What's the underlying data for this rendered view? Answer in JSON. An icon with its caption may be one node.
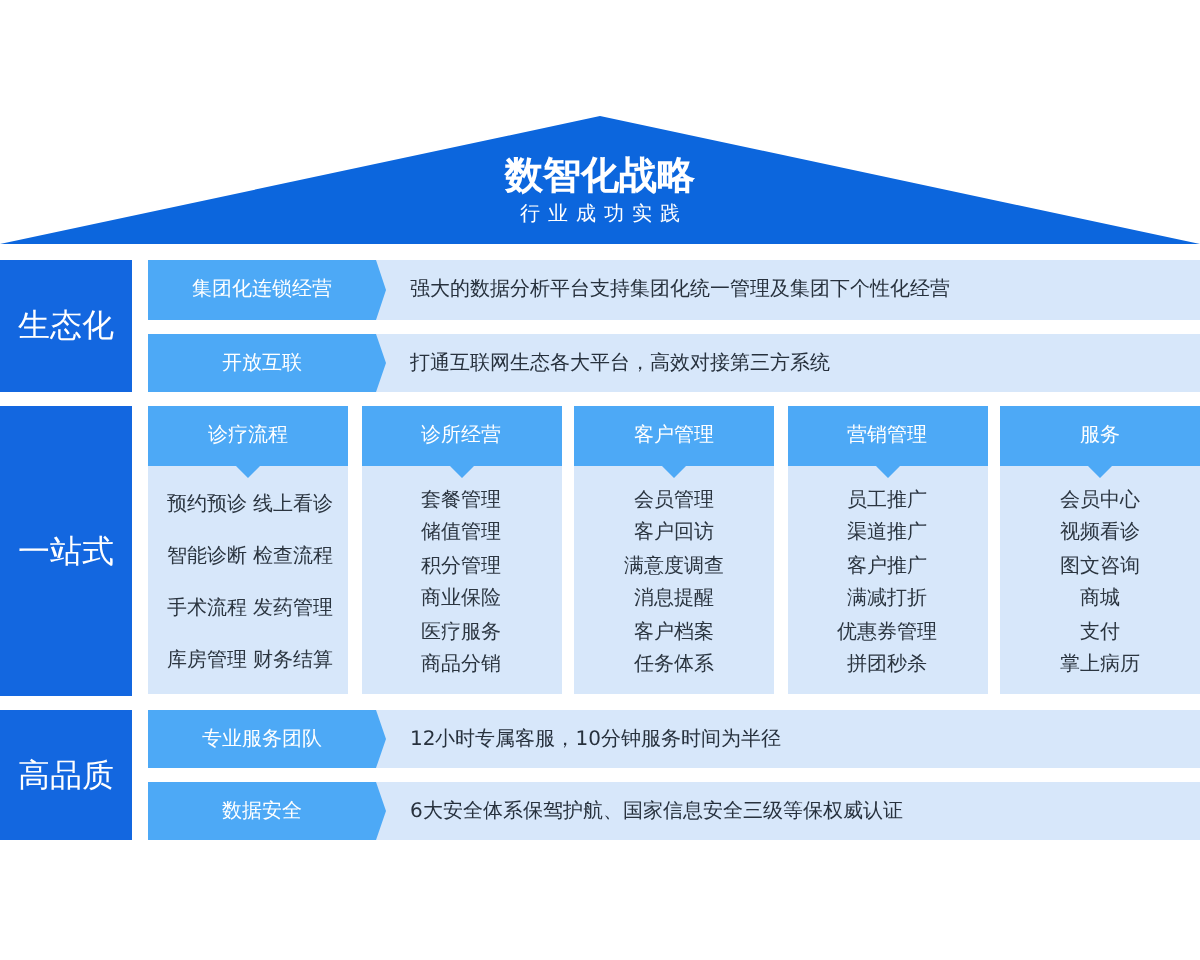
{
  "diagram": {
    "nodes": [
      {
        "text": [
          "数智化战略",
          "行业成功实践"
        ]
      },
      {
        "text": [
          "生态化"
        ]
      },
      {
        "text": [
          "强大的数据分析平台支持集团化统一管理及集团下个性化经营"
        ]
      },
      {
        "text": [
          "集团化连锁经营"
        ],
        "in": 2
      },
      {
        "text": [
          "打通互联网生态各大平台，高效对接第三方系统"
        ]
      },
      {
        "text": [
          "开放互联"
        ],
        "in": 4
      },
      {
        "text": [
          "一站式"
        ]
      },
      {
        "text": [
          "预约预诊",
          "线上看诊",
          "智能诊断",
          "检查流程",
          "手术流程",
          "发药管理",
          "库房管理",
          "财务结算"
        ]
      },
      {
        "text": [
          "诊疗流程"
        ],
        "in": 7
      },
      {
        "text": [
          "套餐管理",
          "储值管理",
          "积分管理",
          "商业保险",
          "医疗服务",
          "商品分销"
        ]
      },
      {
        "text": [
          "诊所经营"
        ],
        "in": 9
      },
      {
        "text": [
          "会员管理",
          "客户回访",
          "满意度调查",
          "消息提醒",
          "客户档案",
          "任务体系"
        ]
      },
      {
        "text": [
          "客户管理"
        ],
        "in": 11
      },
      {
        "text": [
          "员工推广",
          "渠道推广",
          "客户推广",
          "满减打折",
          "优惠券管理",
          "拼团秒杀"
        ]
      },
      {
        "text": [
          "营销管理"
        ],
        "in": 13
      },
      {
        "text": [
          "会员中心",
          "视频看诊",
          "图文咨询",
          "商城",
          "支付",
          "掌上病历"
        ]
      },
      {
        "text": [
          "服务"
        ],
        "in": 15
      },
      {
        "text": [
          "高品质"
        ]
      },
      {
        "text": [
          "12小时专属客服，10分钟服务时间为半径"
        ]
      },
      {
        "text": [
          "专业服务团队"
        ],
        "in": 18
      },
      {
        "text": [
          "6大安全体系保驾护航、国家信息安全三级等保权威认证"
        ]
      },
      {
        "text": [
          "数据安全"
        ],
        "in": 20
      }
    ]
  }
}
